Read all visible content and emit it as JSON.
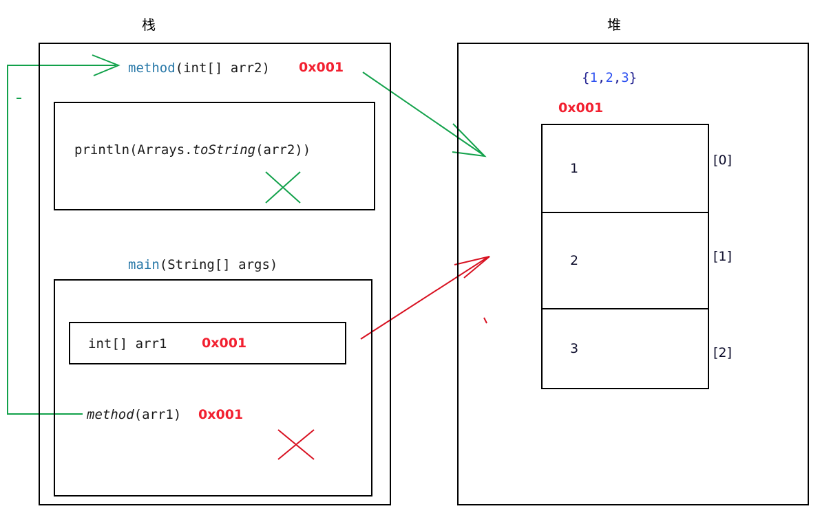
{
  "regions": {
    "stack": {
      "title": "栈",
      "frames": {
        "method_header": {
          "name": "method",
          "signature": "(int[] arr2)",
          "address": "0x001"
        },
        "method_body_line": {
          "prefix": "println(Arrays.",
          "emphasis": "toString",
          "suffix": "(arr2))"
        },
        "main_header": {
          "name": "main",
          "signature": "(String[] args)"
        },
        "main_variable": {
          "declaration": "int[] arr1",
          "address": "0x001"
        },
        "main_call": {
          "name": "method",
          "args": "(arr1)",
          "address": "0x001"
        }
      }
    },
    "heap": {
      "title": "堆",
      "array_literal": {
        "open": "{",
        "values": [
          "1",
          "2",
          "3"
        ],
        "separator": ",",
        "close": "}"
      },
      "array_address": "0x001",
      "array_cells": [
        {
          "value": "1",
          "index": "[0]"
        },
        {
          "value": "2",
          "index": "[1]"
        },
        {
          "value": "3",
          "index": "[2]"
        }
      ]
    }
  },
  "annotations": {
    "colors": {
      "green": "#11a14a",
      "red": "#d81020",
      "keyword_blue": "#2878a8",
      "literal_blue": "#2b4ff0",
      "address_red": "#f22030",
      "outline_black": "#000000"
    },
    "marks": [
      {
        "kind": "cross",
        "color_name": "green",
        "meaning": "method-frame-popped"
      },
      {
        "kind": "cross",
        "color_name": "red",
        "meaning": "main-call-completed"
      }
    ],
    "arrows": [
      {
        "kind": "green-pointer",
        "from": "stack-method-frame",
        "to": "heap-array"
      },
      {
        "kind": "red-pointer",
        "from": "main-arr1-variable",
        "to": "heap-array"
      },
      {
        "kind": "green-flow",
        "from": "main-method-call",
        "to": "method-frame-header"
      }
    ]
  }
}
